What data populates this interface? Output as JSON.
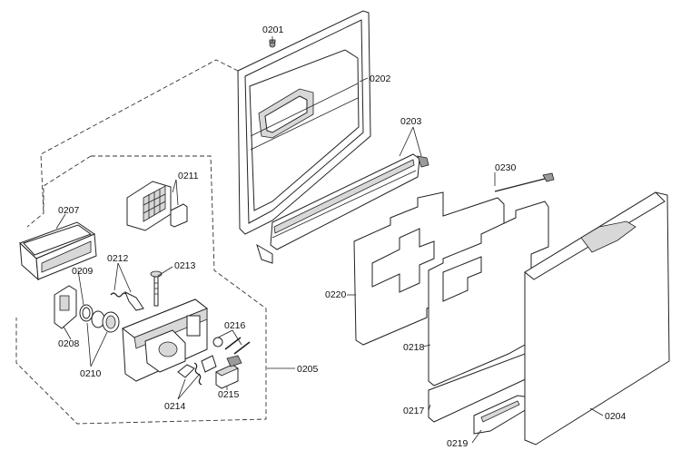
{
  "labels": {
    "p0201": "0201",
    "p0202": "0202",
    "p0203": "0203",
    "p0204": "0204",
    "p0205": "0205",
    "p0207": "0207",
    "p0208": "0208",
    "p0209": "0209",
    "p0210": "0210",
    "p0211": "0211",
    "p0212": "0212",
    "p0213": "0213",
    "p0214": "0214",
    "p0215": "0215",
    "p0216": "0216",
    "p0217": "0217",
    "p0218": "0218",
    "p0219": "0219",
    "p0220": "0220",
    "p0230": "0230"
  }
}
